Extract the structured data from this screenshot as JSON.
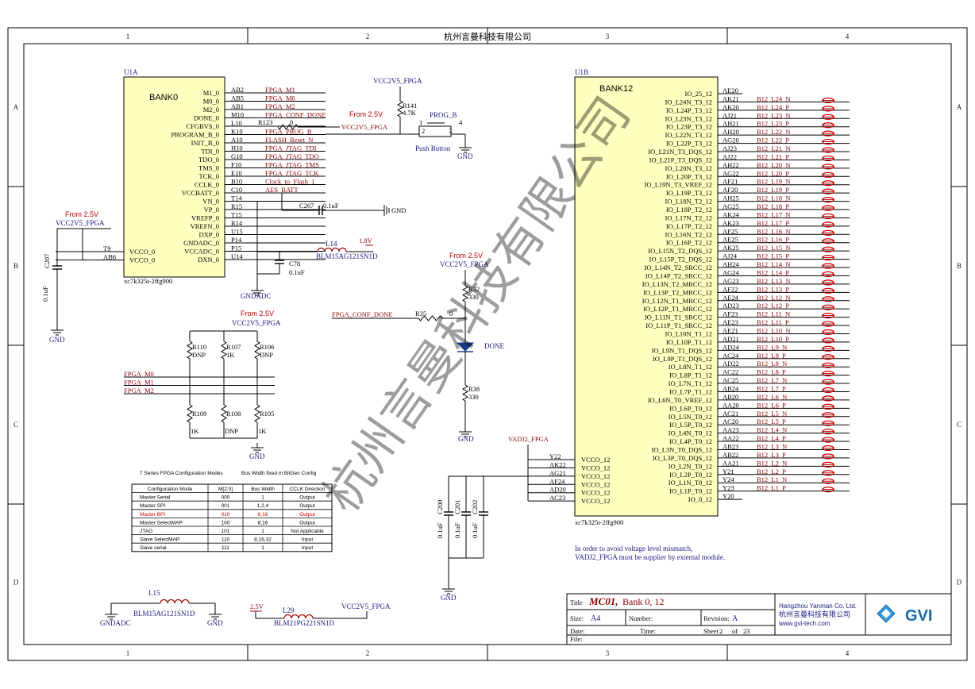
{
  "header": {
    "company": "杭州言曼科技有限公司"
  },
  "grid": {
    "cols": [
      "1",
      "2",
      "3",
      "4"
    ],
    "rows": [
      "A",
      "B",
      "C",
      "D"
    ]
  },
  "watermark": "杭州言曼科技有限公司",
  "u1a": {
    "ref": "U1A",
    "bank": "BANK0",
    "part": "xc7k325t-2ffg900",
    "pins_left": [
      {
        "name": "M1_0",
        "num": "AB2",
        "net": "FPGA_M1"
      },
      {
        "name": "M0_0",
        "num": "AB5",
        "net": "FPGA_M0"
      },
      {
        "name": "M2_0",
        "num": "AB1",
        "net": "FPGA_M2"
      },
      {
        "name": "DONE_0",
        "num": "M10",
        "net": "FPGA_CONF_DONE"
      },
      {
        "name": "CFGBVS_0",
        "num": "L10",
        "net": ""
      },
      {
        "name": "PROGRAM_B_0",
        "num": "K10",
        "net": "FPGA_PROG_B"
      },
      {
        "name": "INIT_B_0",
        "num": "A10",
        "net": "FLASH_Reset_N"
      },
      {
        "name": "TDI_0",
        "num": "H10",
        "net": "FPGA_JTAG_TDI"
      },
      {
        "name": "TDO_0",
        "num": "G10",
        "net": "FPGA_JTAG_TDO"
      },
      {
        "name": "TMS_0",
        "num": "F10",
        "net": "FPGA_JTAG_TMS"
      },
      {
        "name": "TCK_0",
        "num": "E10",
        "net": "FPGA_JTAG_TCK"
      },
      {
        "name": "CCLK_0",
        "num": "B10",
        "net": "Clock_to_Flash_1"
      },
      {
        "name": "VCCBATT_0",
        "num": "C10",
        "net": "AES_BATT"
      },
      {
        "name": "VN_0",
        "num": "T14",
        "net": ""
      },
      {
        "name": "VP_0",
        "num": "R15",
        "net": ""
      },
      {
        "name": "VREFP_0",
        "num": "T15",
        "net": ""
      },
      {
        "name": "VREFN_0",
        "num": "R14",
        "net": ""
      },
      {
        "name": "DXP_0",
        "num": "U15",
        "net": ""
      },
      {
        "name": "GNDADC_0",
        "num": "P14",
        "net": ""
      },
      {
        "name": "VCCADC_0",
        "num": "P15",
        "net": ""
      },
      {
        "name": "DXN_0",
        "num": "U14",
        "net": ""
      }
    ],
    "vcco_pins": [
      {
        "name": "VCCO_0",
        "num": "T9"
      },
      {
        "name": "VCCO_0",
        "num": "AB6"
      }
    ]
  },
  "left_parts": {
    "from25_a": "From 2.5V",
    "vcc_a": "VCC2V5_FPGA",
    "c207": "C207",
    "c207_val": "0.1uF",
    "gnd": "GND",
    "r123": "R123",
    "r123_val": "0",
    "from25_prog": "From 2.5V",
    "vcc_prog_net": "VCC2V5_FPGA",
    "vcc_r141": "VCC2V5_FPGA",
    "r141": "R141",
    "r141_val": "4.7K",
    "prog_b": "PROG_B",
    "push_button": "Push Button",
    "pb_pins": [
      "1",
      "2",
      "3",
      "4"
    ],
    "c267": "C267",
    "c267_val": "0.1uF",
    "gnd_net": "GND",
    "l14": "L14",
    "l14_part": "BLM15AG121SN1D",
    "v18": "1.8V",
    "c78": "C78",
    "c78_val": "0.1uF",
    "gndadc": "GNDADC",
    "from25_mode": "From 2.5V",
    "vcc_mode": "VCC2V5_FPGA",
    "r110": "R110",
    "r107": "R107",
    "r106": "R106",
    "r109": "R109",
    "r108": "R108",
    "r105": "R105",
    "dnp": "DNP",
    "r1k": "1K",
    "mode_nets": [
      "FPGA_M0",
      "FPGA_M1",
      "FPGA_M2"
    ],
    "from25_led": "From 2.5V",
    "vcc_led": "VCC2V5_FPGA",
    "r32": "R32",
    "r32_val": "330",
    "conf_done": "FPGA_CONF_DONE",
    "r35": "R35",
    "r35_val": "0",
    "d_label": "DONE",
    "r38": "R38",
    "r38_val": "330",
    "l15": "L15",
    "l15_part": "BLM15AG121SN1D",
    "l29": "L29",
    "l29_part": "BLM21PG221SN1D",
    "v25": "2.5V"
  },
  "config_table": {
    "caption_left": "7 Series FPGA Configuration Modes",
    "caption_right": "Bus Width fixed in BitGen Config",
    "headers": [
      "Configuration Mode",
      "M[2:0]",
      "Bus Width",
      "CCLK Direction"
    ],
    "rows": [
      [
        "Master Serial",
        "000",
        "1",
        "Output"
      ],
      [
        "Master SPI",
        "001",
        "1,2,4",
        "Output"
      ],
      [
        "Master BPI",
        "010",
        "8,16",
        "Output"
      ],
      [
        "Master SelectMAP",
        "100",
        "8,16",
        "Output"
      ],
      [
        "JTAG",
        "101",
        "1",
        "Not Applicable"
      ],
      [
        "Slave SelectMAP",
        "110",
        "8,16,32",
        "Input"
      ],
      [
        "Slave serial",
        "111",
        "1",
        "Input"
      ]
    ],
    "highlight_row": 2
  },
  "u1b": {
    "ref": "U1B",
    "bank": "BANK12",
    "part": "xc7k325t-2ffg900",
    "pins": [
      {
        "name": "IO_25_12",
        "num": "AE20",
        "net": ""
      },
      {
        "name": "IO_L24N_T3_12",
        "num": "AK21",
        "net": "B12_L24_N"
      },
      {
        "name": "IO_L24P_T3_12",
        "num": "AK20",
        "net": "B12_L24_P"
      },
      {
        "name": "IO_L23N_T3_12",
        "num": "AJ21",
        "net": "B12_L23_N"
      },
      {
        "name": "IO_L23P_T3_12",
        "num": "AH21",
        "net": "B12_L23_P"
      },
      {
        "name": "IO_L22N_T3_12",
        "num": "AH20",
        "net": "B12_L22_N"
      },
      {
        "name": "IO_L22P_T3_12",
        "num": "AG20",
        "net": "B12_L22_P"
      },
      {
        "name": "IO_L21N_T3_DQS_12",
        "num": "AJ23",
        "net": "B12_L21_N"
      },
      {
        "name": "IO_L21P_T3_DQS_12",
        "num": "AJ22",
        "net": "B12_L21_P"
      },
      {
        "name": "IO_L20N_T3_12",
        "num": "AH22",
        "net": "B12_L20_N"
      },
      {
        "name": "IO_L20P_T3_12",
        "num": "AG22",
        "net": "B12_L20_P"
      },
      {
        "name": "IO_L19N_T3_VREF_12",
        "num": "AF21",
        "net": "B12_L19_N"
      },
      {
        "name": "IO_L19P_T3_12",
        "num": "AF20",
        "net": "B12_L19_P"
      },
      {
        "name": "IO_L18N_T2_12",
        "num": "AH25",
        "net": "B12_L18_N"
      },
      {
        "name": "IO_L18P_T2_12",
        "num": "AG25",
        "net": "B12_L18_P"
      },
      {
        "name": "IO_L17N_T2_12",
        "num": "AK24",
        "net": "B12_L17_N"
      },
      {
        "name": "IO_L17P_T2_12",
        "num": "AK23",
        "net": "B12_L17_P"
      },
      {
        "name": "IO_L16N_T2_12",
        "num": "AF25",
        "net": "B12_L16_N"
      },
      {
        "name": "IO_L16P_T2_12",
        "num": "AE25",
        "net": "B12_L16_P"
      },
      {
        "name": "IO_L15N_T2_DQS_12",
        "num": "AK25",
        "net": "B12_L15_N"
      },
      {
        "name": "IO_L15P_T2_DQS_12",
        "num": "AJ24",
        "net": "B12_L15_P"
      },
      {
        "name": "IO_L14N_T2_SRCC_12",
        "num": "AH24",
        "net": "B12_L14_N"
      },
      {
        "name": "IO_L14P_T2_SRCC_12",
        "num": "AG24",
        "net": "B12_L14_P"
      },
      {
        "name": "IO_L13N_T2_MRCC_12",
        "num": "AG23",
        "net": "B12_L13_N"
      },
      {
        "name": "IO_L13P_T2_MRCC_12",
        "num": "AF22",
        "net": "B12_L13_P"
      },
      {
        "name": "IO_L12N_T1_MRCC_12",
        "num": "AE24",
        "net": "B12_L12_N"
      },
      {
        "name": "IO_L12P_T1_MRCC_12",
        "num": "AD23",
        "net": "B12_L12_P"
      },
      {
        "name": "IO_L11N_T1_SRCC_12",
        "num": "AF23",
        "net": "B12_L11_N"
      },
      {
        "name": "IO_L11P_T1_SRCC_12",
        "num": "AE23",
        "net": "B12_L11_P"
      },
      {
        "name": "IO_L10N_T1_12",
        "num": "AE21",
        "net": "B12_L10_N"
      },
      {
        "name": "IO_L10P_T1_12",
        "num": "AD21",
        "net": "B12_L10_P"
      },
      {
        "name": "IO_L9N_T1_DQS_12",
        "num": "AD24",
        "net": "B12_L9_N"
      },
      {
        "name": "IO_L9P_T1_DQS_12",
        "num": "AC24",
        "net": "B12_L9_P"
      },
      {
        "name": "IO_L8N_T1_12",
        "num": "AD22",
        "net": "B12_L8_N"
      },
      {
        "name": "IO_L8P_T1_12",
        "num": "AC22",
        "net": "B12_L8_P"
      },
      {
        "name": "IO_L7N_T1_12",
        "num": "AC25",
        "net": "B12_L7_N"
      },
      {
        "name": "IO_L7P_T1_12",
        "num": "AB24",
        "net": "B12_L7_P"
      },
      {
        "name": "IO_L6N_T0_VREF_12",
        "num": "AB20",
        "net": "B12_L6_N"
      },
      {
        "name": "IO_L6P_T0_12",
        "num": "AA20",
        "net": "B12_L6_P"
      },
      {
        "name": "IO_L5N_T0_12",
        "num": "AC21",
        "net": "B12_L5_N"
      },
      {
        "name": "IO_L5P_T0_12",
        "num": "AC20",
        "net": "B12_L5_P"
      },
      {
        "name": "IO_L4N_T0_12",
        "num": "AA23",
        "net": "B12_L4_N"
      },
      {
        "name": "IO_L4P_T0_12",
        "num": "AA22",
        "net": "B12_L4_P"
      },
      {
        "name": "IO_L3N_T0_DQS_12",
        "num": "AB23",
        "net": "B12_L3_N"
      },
      {
        "name": "IO_L3P_T0_DQS_12",
        "num": "AB22",
        "net": "B12_L3_P"
      },
      {
        "name": "IO_L2N_T0_12",
        "num": "AA21",
        "net": "B12_L2_N"
      },
      {
        "name": "IO_L2P_T0_12",
        "num": "Y21",
        "net": "B12_L2_P"
      },
      {
        "name": "IO_L1N_T0_12",
        "num": "Y24",
        "net": "B12_L1_N"
      },
      {
        "name": "IO_L1P_T0_12",
        "num": "Y23",
        "net": "B12_L1_P"
      },
      {
        "name": "IO_0_12",
        "num": "Y20",
        "net": ""
      }
    ],
    "vcco_pins": [
      {
        "name": "VCCO_12",
        "num": "Y22"
      },
      {
        "name": "VCCO_12",
        "num": "AK22"
      },
      {
        "name": "VCCO_12",
        "num": "AG21"
      },
      {
        "name": "VCCO_12",
        "num": "AF24"
      },
      {
        "name": "VCCO_12",
        "num": "AD20"
      },
      {
        "name": "VCCO_12",
        "num": "AC23"
      }
    ],
    "vadj": "VADJ2_FPGA",
    "caps": [
      "C200",
      "C201",
      "C202"
    ],
    "cap_val": "0.1uF",
    "gnd": "GND",
    "note1": "In order to avoid voltage level mismatch,",
    "note2": "VADJ2_FPGA must be supplier by external module."
  },
  "title_block": {
    "title_lbl": "Title",
    "title_bold": "MC01,",
    "title_rest": "Bank 0, 12",
    "size_lbl": "Size:",
    "size": "A4",
    "number_lbl": "Number:",
    "revision_lbl": "Revision:",
    "revision": "A",
    "date_lbl": "Date:",
    "time_lbl": "Time:",
    "sheet_lbl": "Sheet",
    "sheet": "2",
    "of_lbl": "of",
    "total": "23",
    "file_lbl": "File:",
    "company_en": "Hangzhou Yanman Co. Ltd.",
    "company_cn": "杭州言曼科技有限公司",
    "website": "www.gvi-tech.com",
    "logo_text": "GVI"
  }
}
